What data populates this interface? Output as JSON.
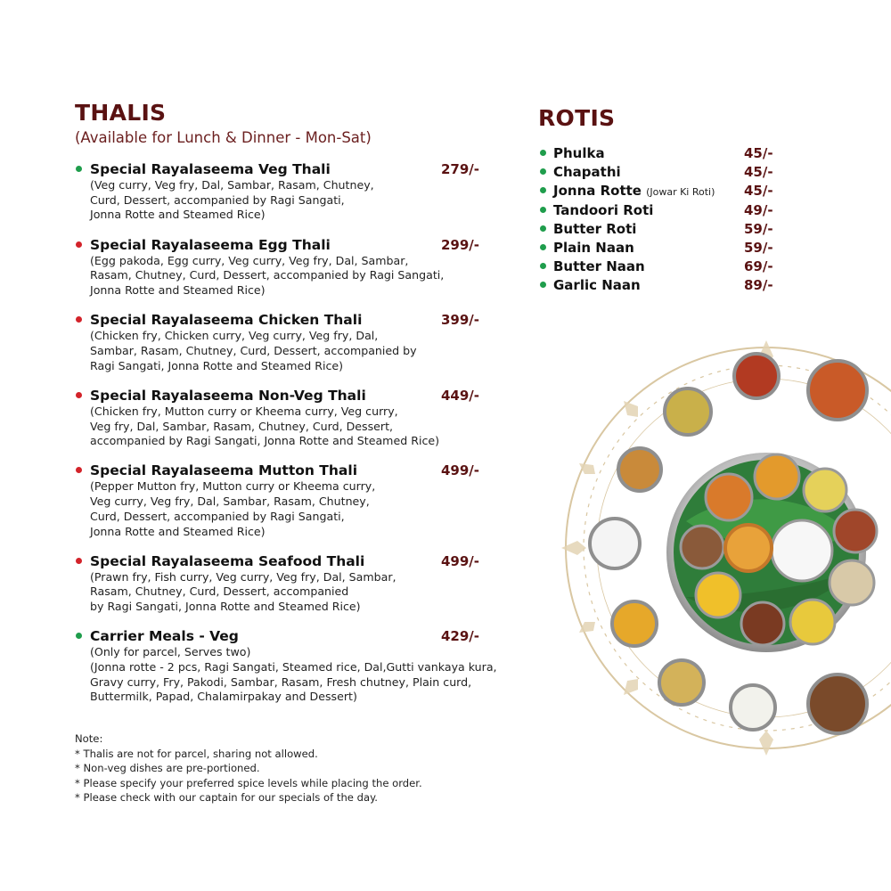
{
  "colors": {
    "title": "#5a1212",
    "price": "#5a1212",
    "veg_dot": "#1f9d4c",
    "nonveg_dot": "#d3232a"
  },
  "thalis": {
    "title": "THALIS",
    "subtitle": "(Available for Lunch & Dinner - Mon-Sat)",
    "items": [
      {
        "name": "Special Rayalaseema Veg Thali",
        "price": "279/-",
        "type": "veg",
        "description": "(Veg curry, Veg fry, Dal, Sambar, Rasam, Chutney,\nCurd, Dessert, accompanied by Ragi Sangati,\nJonna Rotte and Steamed Rice)"
      },
      {
        "name": "Special Rayalaseema Egg Thali",
        "price": "299/-",
        "type": "nonveg",
        "description": "(Egg pakoda,  Egg curry, Veg curry, Veg fry, Dal, Sambar,\nRasam, Chutney, Curd, Dessert, accompanied by Ragi Sangati,\nJonna Rotte and Steamed Rice)"
      },
      {
        "name": "Special Rayalaseema Chicken Thali",
        "price": "399/-",
        "type": "nonveg",
        "description": "(Chicken fry, Chicken curry, Veg curry, Veg fry, Dal,\nSambar, Rasam, Chutney, Curd, Dessert, accompanied by\nRagi Sangati, Jonna Rotte and Steamed Rice)"
      },
      {
        "name": "Special Rayalaseema Non-Veg Thali",
        "price": "449/-",
        "type": "nonveg",
        "description": "(Chicken fry, Mutton curry or Kheema curry, Veg curry,\nVeg fry, Dal, Sambar, Rasam, Chutney, Curd, Dessert,\naccompanied by Ragi Sangati, Jonna Rotte and Steamed Rice)"
      },
      {
        "name": "Special Rayalaseema Mutton Thali",
        "price": "499/-",
        "type": "nonveg",
        "description": "(Pepper Mutton fry, Mutton curry or Kheema curry,\nVeg curry, Veg fry, Dal, Sambar, Rasam, Chutney,\nCurd, Dessert, accompanied by Ragi Sangati,\nJonna Rotte and Steamed Rice)"
      },
      {
        "name": "Special Rayalaseema Seafood Thali",
        "price": "499/-",
        "type": "nonveg",
        "description": "(Prawn fry, Fish curry, Veg curry, Veg fry, Dal, Sambar,\nRasam, Chutney, Curd, Dessert, accompanied\nby Ragi Sangati, Jonna Rotte and Steamed Rice)"
      },
      {
        "name": "Carrier Meals - Veg",
        "price": "429/-",
        "type": "veg",
        "description": "(Only for parcel, Serves two)\n(Jonna rotte - 2 pcs, Ragi Sangati, Steamed rice, Dal,Gutti vankaya kura,\nGravy curry, Fry, Pakodi, Sambar, Rasam, Fresh chutney, Plain curd,\nButtermilk, Papad, Chalamirpakay and Dessert)"
      }
    ]
  },
  "notes": {
    "heading": "Note:",
    "lines": [
      "* Thalis are not for parcel, sharing not allowed.",
      "* Non-veg dishes are pre-portioned.",
      "* Please specify your preferred spice levels while placing the order.",
      "* Please check with our captain for our specials of the day."
    ]
  },
  "rotis": {
    "title": "ROTIS",
    "items": [
      {
        "name": "Phulka",
        "extra": "",
        "price": "45/-"
      },
      {
        "name": "Chapathi",
        "extra": "",
        "price": "45/-"
      },
      {
        "name": "Jonna Rotte",
        "extra": "(Jowar Ki Roti)",
        "price": "45/-"
      },
      {
        "name": "Tandoori Roti",
        "extra": "",
        "price": "49/-"
      },
      {
        "name": "Butter Roti",
        "extra": "",
        "price": "59/-"
      },
      {
        "name": "Plain Naan",
        "extra": "",
        "price": "59/-"
      },
      {
        "name": "Butter Naan",
        "extra": "",
        "price": "69/-"
      },
      {
        "name": "Garlic Naan",
        "extra": "",
        "price": "89/-"
      }
    ]
  }
}
